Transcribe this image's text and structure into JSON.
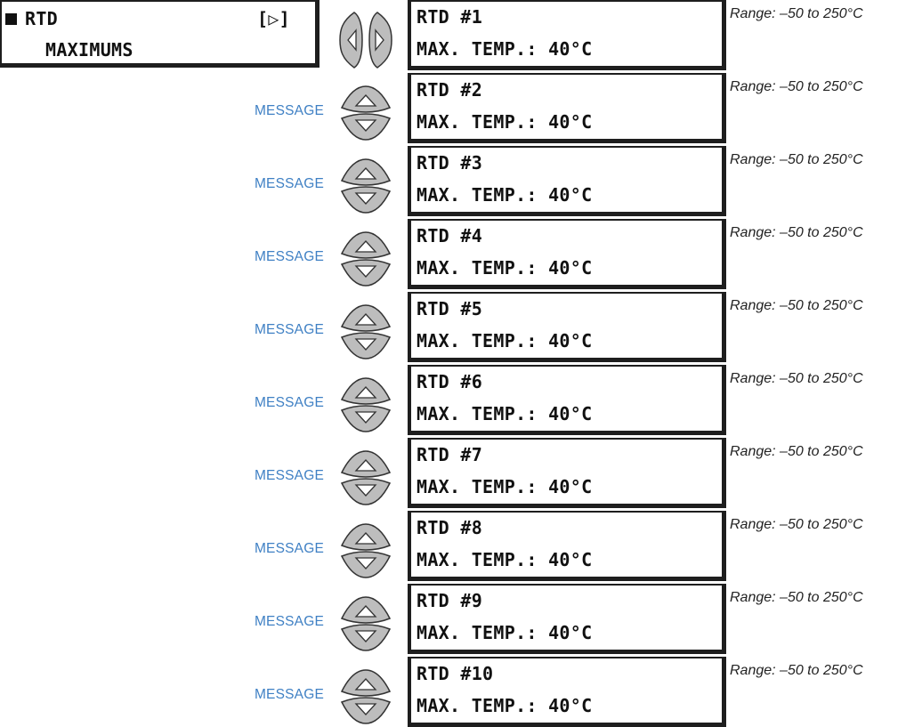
{
  "header": {
    "line1": "RTD",
    "line2": "MAXIMUMS",
    "tag": "[▷]"
  },
  "message_label": "MESSAGE",
  "rows": [
    {
      "line1": "RTD #1",
      "line2": "MAX. TEMP.: 40°C",
      "range": "Range: –50 to 250°C"
    },
    {
      "line1": "RTD #2",
      "line2": "MAX. TEMP.: 40°C",
      "range": "Range: –50 to 250°C"
    },
    {
      "line1": "RTD #3",
      "line2": "MAX. TEMP.: 40°C",
      "range": "Range: –50 to 250°C"
    },
    {
      "line1": "RTD #4",
      "line2": "MAX. TEMP.: 40°C",
      "range": "Range: –50 to 250°C"
    },
    {
      "line1": "RTD #5",
      "line2": "MAX. TEMP.: 40°C",
      "range": "Range: –50 to 250°C"
    },
    {
      "line1": "RTD #6",
      "line2": "MAX. TEMP.: 40°C",
      "range": "Range: –50 to 250°C"
    },
    {
      "line1": "RTD #7",
      "line2": "MAX. TEMP.: 40°C",
      "range": "Range: –50 to 250°C"
    },
    {
      "line1": "RTD #8",
      "line2": "MAX. TEMP.: 40°C",
      "range": "Range: –50 to 250°C"
    },
    {
      "line1": "RTD #9",
      "line2": "MAX. TEMP.: 40°C",
      "range": "Range: –50 to 250°C"
    },
    {
      "line1": "RTD #10",
      "line2": "MAX. TEMP.: 40°C",
      "range": "Range: –50 to 250°C"
    }
  ],
  "icons": {
    "left_right": "left-right-keys-icon",
    "up_down": "message-up-down-keys-icon"
  },
  "colors": {
    "message": "#3f80c4",
    "key_fill": "#bdbdbd",
    "border": "#1e1e1e"
  }
}
